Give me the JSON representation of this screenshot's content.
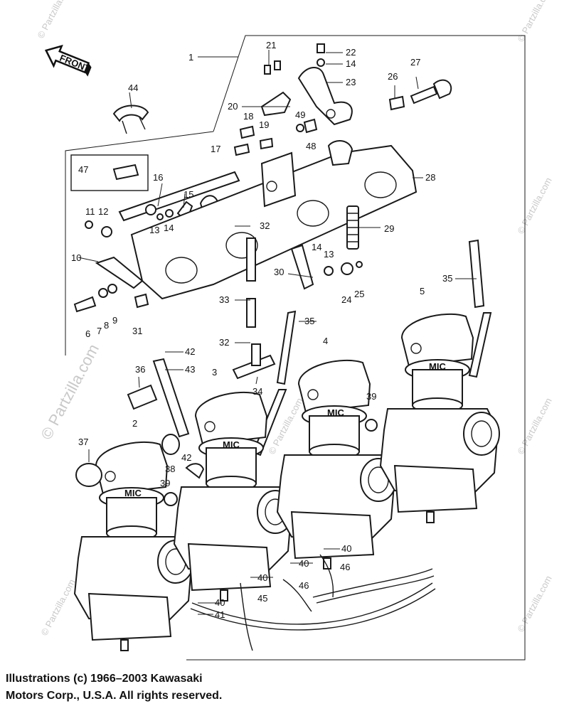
{
  "front_label": "FRONT",
  "watermark": "© Partzilla.com",
  "caption": {
    "line1": "Illustrations (c) 1966–2003 Kawasaki",
    "line2": "Motors Corp., U.S.A.  All rights reserved."
  },
  "carb_badge": "MIC",
  "callouts": [
    "1",
    "2",
    "3",
    "4",
    "5",
    "6",
    "7",
    "8",
    "9",
    "10",
    "11",
    "12",
    "13",
    "13",
    "14",
    "14",
    "14",
    "15",
    "16",
    "17",
    "18",
    "19",
    "20",
    "21",
    "22",
    "23",
    "24",
    "25",
    "26",
    "27",
    "28",
    "29",
    "30",
    "31",
    "32",
    "32",
    "33",
    "34",
    "35",
    "35",
    "36",
    "37",
    "38",
    "39",
    "39",
    "40",
    "40",
    "40",
    "40",
    "41",
    "42",
    "42",
    "43",
    "44",
    "45",
    "46",
    "46",
    "47",
    "48",
    "49"
  ]
}
